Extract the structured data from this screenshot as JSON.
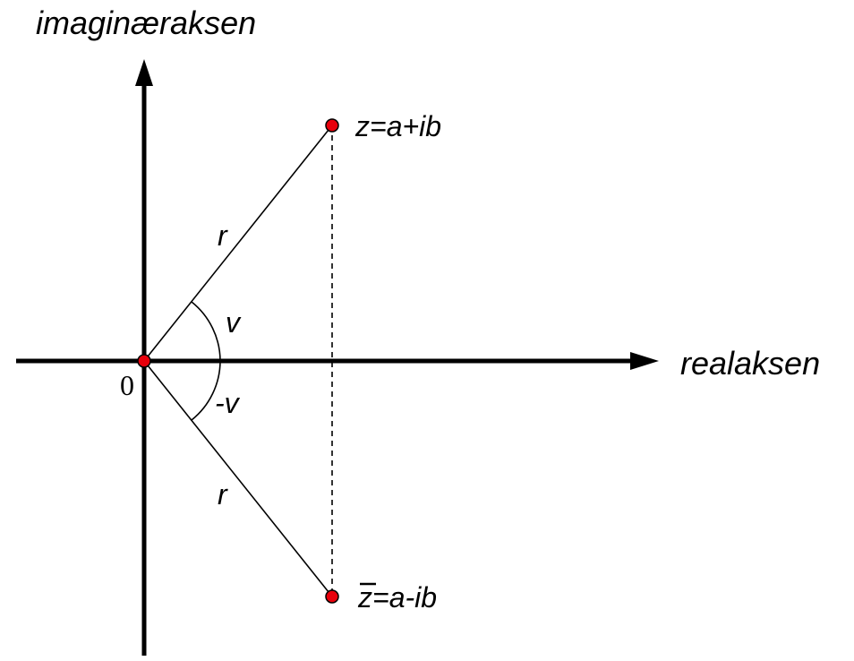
{
  "axes": {
    "imaginary_label": "imaginæraksen",
    "real_label": "realaksen",
    "origin_label": "0"
  },
  "points": {
    "z": {
      "bar": false,
      "name": "z",
      "rest": "=a+ib"
    },
    "z_conjugate": {
      "bar": true,
      "name": "z",
      "rest": "=a-ib"
    }
  },
  "labels": {
    "radius_upper": "r",
    "radius_lower": "r",
    "angle_upper": "v",
    "angle_lower": "-v"
  },
  "colors": {
    "point_fill": "#e8000b",
    "stroke": "#000000",
    "background": "#ffffff"
  }
}
